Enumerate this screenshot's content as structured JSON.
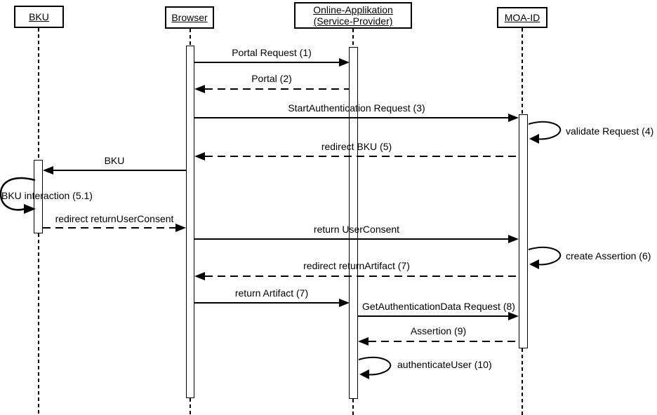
{
  "diagram": {
    "type": "sequence",
    "colors": {
      "line": "#000000",
      "background": "#ffffff"
    },
    "participants": [
      {
        "id": "bku",
        "label": "BKU"
      },
      {
        "id": "browser",
        "label": "Browser"
      },
      {
        "id": "online_app",
        "label": "Online-Applikation (Service-Provider)"
      },
      {
        "id": "moa_id",
        "label": "MOA-ID"
      }
    ],
    "messages": [
      {
        "n": 1,
        "label": "Portal Request (1)",
        "from": "browser",
        "to": "online_app",
        "line": "solid"
      },
      {
        "n": 2,
        "label": "Portal (2)",
        "from": "online_app",
        "to": "browser",
        "line": "dashed"
      },
      {
        "n": 3,
        "label": "StartAuthentication Request (3)",
        "from": "browser",
        "to": "moa_id",
        "line": "solid"
      },
      {
        "n": 4,
        "label": "validate Request (4)",
        "from": "moa_id",
        "to": "moa_id",
        "line": "self"
      },
      {
        "n": 5,
        "label": "redirect BKU (5)",
        "from": "moa_id",
        "to": "browser",
        "line": "dashed"
      },
      {
        "n": 6,
        "label": "BKU",
        "from": "browser",
        "to": "bku",
        "line": "solid"
      },
      {
        "n": 7,
        "label": "BKU interaction (5.1)",
        "from": "bku",
        "to": "bku",
        "line": "self"
      },
      {
        "n": 8,
        "label": "redirect returnUserConsent",
        "from": "bku",
        "to": "browser",
        "line": "dashed"
      },
      {
        "n": 9,
        "label": "return UserConsent",
        "from": "browser",
        "to": "moa_id",
        "line": "solid"
      },
      {
        "n": 10,
        "label": "create Assertion (6)",
        "from": "moa_id",
        "to": "moa_id",
        "line": "self"
      },
      {
        "n": 11,
        "label": "redirect returnArtifact (7)",
        "from": "moa_id",
        "to": "browser",
        "line": "dashed"
      },
      {
        "n": 12,
        "label": "return Artifact (7)",
        "from": "browser",
        "to": "online_app",
        "line": "solid"
      },
      {
        "n": 13,
        "label": "GetAuthenticationData Request (8)",
        "from": "online_app",
        "to": "moa_id",
        "line": "solid"
      },
      {
        "n": 14,
        "label": "Assertion (9)",
        "from": "moa_id",
        "to": "online_app",
        "line": "dashed"
      },
      {
        "n": 15,
        "label": "authenticateUser (10)",
        "from": "online_app",
        "to": "online_app",
        "line": "self"
      }
    ]
  }
}
